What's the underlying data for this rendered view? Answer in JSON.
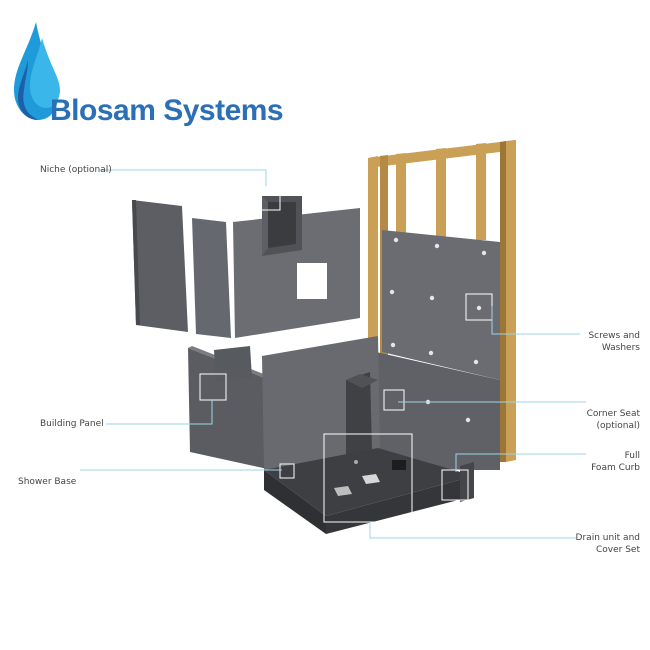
{
  "brand": {
    "name": "Blosam Systems",
    "color": "#2b6fb6",
    "drop_colors": [
      "#1f9bd9",
      "#3ab6ea",
      "#1d5fa8"
    ]
  },
  "labels": {
    "niche": "Niche (optional)",
    "building_panel": "Building Panel",
    "shower_base": "Shower Base",
    "screws_line1": "Screws and",
    "screws_line2": "Washers",
    "corner_seat_line1": "Corner Seat",
    "corner_seat_line2": "(optional)",
    "foam_curb_line1": "Full",
    "foam_curb_line2": "Foam Curb",
    "drain_line1": "Drain unit and",
    "drain_line2": "Cover Set"
  },
  "colors": {
    "panel": "#5f6166",
    "panel_dark": "#4a4c50",
    "panel_light": "#76787d",
    "base_floor": "#3d3f43",
    "wood": "#c9a055",
    "wood_dark": "#9c7636",
    "leader": "#9fd3e8"
  }
}
